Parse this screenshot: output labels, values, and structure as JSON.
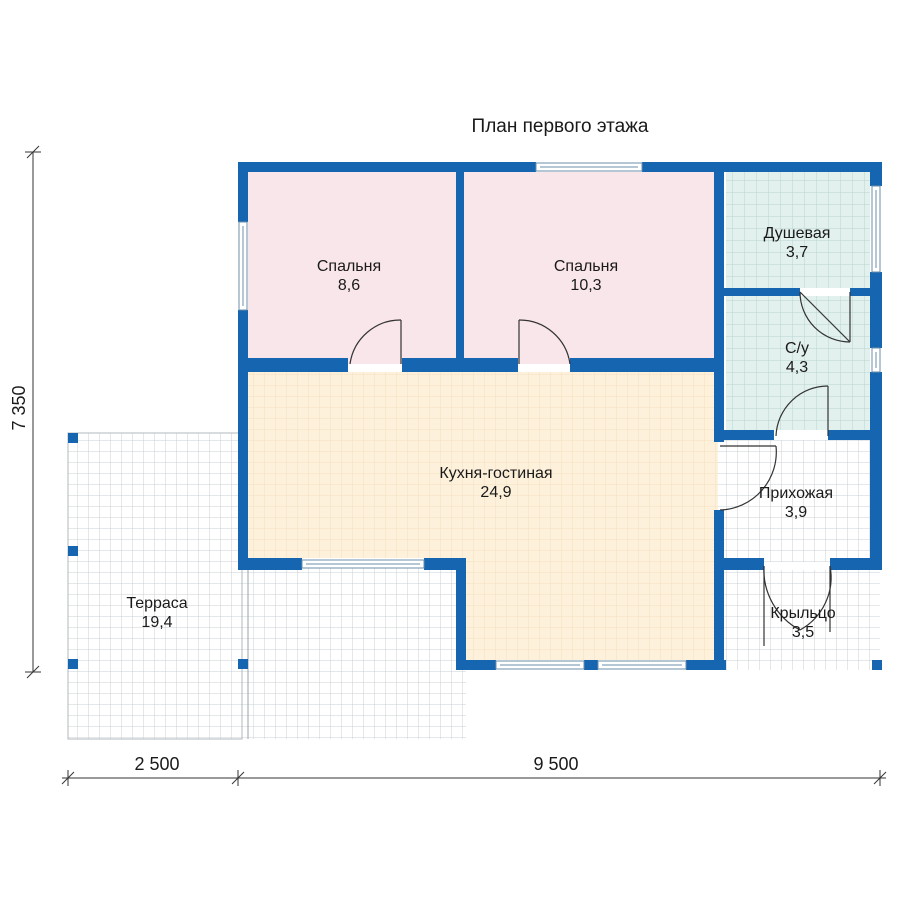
{
  "title": "План первого этажа",
  "rooms": [
    {
      "id": "bedroom-1",
      "name": "Спальня",
      "area": "8,6"
    },
    {
      "id": "bedroom-2",
      "name": "Спальня",
      "area": "10,3"
    },
    {
      "id": "shower",
      "name": "Душевая",
      "area": "3,7"
    },
    {
      "id": "wc",
      "name": "С/у",
      "area": "4,3"
    },
    {
      "id": "kitchen-living",
      "name": "Кухня-гостиная",
      "area": "24,9"
    },
    {
      "id": "hallway",
      "name": "Прихожая",
      "area": "3,9"
    },
    {
      "id": "terrace",
      "name": "Терраса",
      "area": "19,4"
    },
    {
      "id": "porch",
      "name": "Крыльцо",
      "area": "3,5"
    }
  ],
  "dimensions": {
    "height": "7 350",
    "terrace_width": "2 500",
    "house_width": "9 500"
  },
  "colors": {
    "wall": "#1565b0",
    "bedroom_fill": "#f9e6ea",
    "kitchen_fill": "#fdf1dc",
    "wet_fill": "#e3f1ee",
    "tile_grid": "#c9d2d8",
    "dim_line": "#333333"
  }
}
